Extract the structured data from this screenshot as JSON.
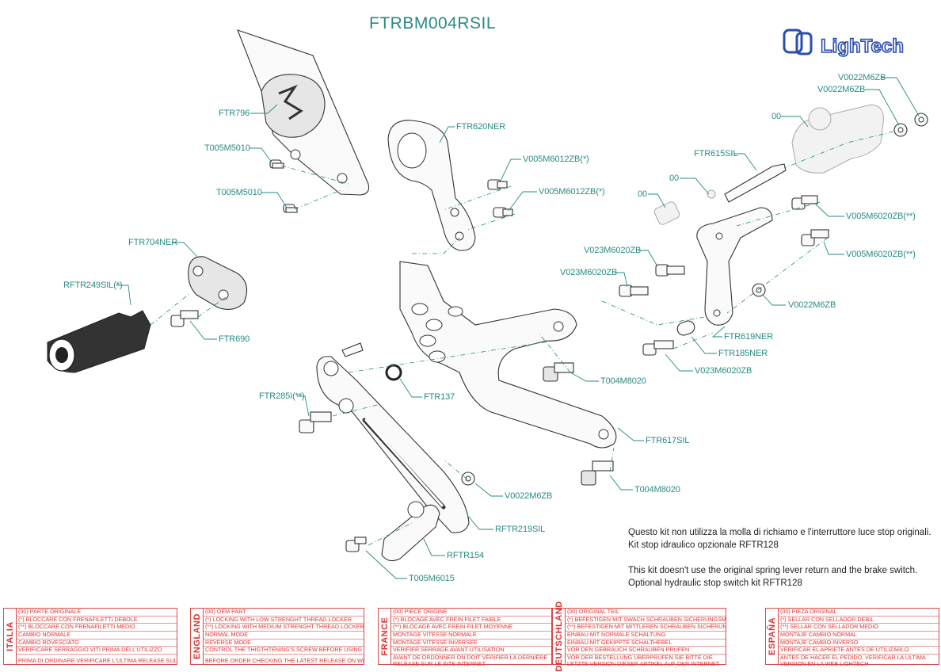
{
  "title": "FTRBM004RSIL",
  "brand": "LighTech",
  "colors": {
    "label": "#2a8a84",
    "legend": "#dd3333",
    "line": "#333333"
  },
  "labels": [
    {
      "id": "ftr796",
      "text": "FTR796"
    },
    {
      "id": "t005m5010a",
      "text": "T005M5010"
    },
    {
      "id": "t005m5010b",
      "text": "T005M5010"
    },
    {
      "id": "ftr620ner",
      "text": "FTR620NER"
    },
    {
      "id": "v005m6012a",
      "text": "V005M6012ZB(*)"
    },
    {
      "id": "v005m6012b",
      "text": "V005M6012ZB(*)"
    },
    {
      "id": "v0022m6zb_a",
      "text": "V0022M6ZB"
    },
    {
      "id": "v0022m6zb_b",
      "text": "V0022M6ZB"
    },
    {
      "id": "oo_top",
      "text": "00"
    },
    {
      "id": "ftr615sil",
      "text": "FTR615SIL"
    },
    {
      "id": "oo_mid",
      "text": "00"
    },
    {
      "id": "oo_low",
      "text": "00"
    },
    {
      "id": "v005m6020a",
      "text": "V005M6020ZB(**)"
    },
    {
      "id": "v005m6020b",
      "text": "V005M6020ZB(**)"
    },
    {
      "id": "ftr704ner",
      "text": "FTR704NER"
    },
    {
      "id": "rftr249sil",
      "text": "RFTR249SIL(*)"
    },
    {
      "id": "v023m6020a",
      "text": "V023M6020ZB"
    },
    {
      "id": "v023m6020b",
      "text": "V023M6020ZB"
    },
    {
      "id": "v0022m6zb_c",
      "text": "V0022M6ZB"
    },
    {
      "id": "ftr690",
      "text": "FTR690"
    },
    {
      "id": "ftr619ner",
      "text": "FTR619NER"
    },
    {
      "id": "ftr185ner",
      "text": "FTR185NER"
    },
    {
      "id": "v023m6020c",
      "text": "V023M6020ZB"
    },
    {
      "id": "t004m8020a",
      "text": "T004M8020"
    },
    {
      "id": "ftr137",
      "text": "FTR137"
    },
    {
      "id": "ftr285i",
      "text": "FTR285I(**)"
    },
    {
      "id": "ftr617sil",
      "text": "FTR617SIL"
    },
    {
      "id": "t004m8020b",
      "text": "T004M8020"
    },
    {
      "id": "v0022m6zb_d",
      "text": "V0022M6ZB"
    },
    {
      "id": "rftr219sil",
      "text": "RFTR219SIL"
    },
    {
      "id": "rftr154",
      "text": "RFTR154"
    },
    {
      "id": "t005m6015",
      "text": "T005M6015"
    }
  ],
  "notes": {
    "it1": "Questo kit non utilizza la molla di richiamo e l'interruttore luce stop originali.",
    "it2": "Kit stop idraulico opzionale RFTR128",
    "en1": "This kit doesn't use the original spring lever return and the brake switch.",
    "en2": "Optional hydraulic stop switch kit RFTR128"
  },
  "legend": [
    {
      "lang": "ITALIA",
      "rows": [
        "(00) PARTE ORIGINALE",
        "(*)   BLOCCARE CON FRENAFILETTI DEBOLE",
        "(**)  BLOCCARE CON FRENAFILETTI MEDIO",
        "CAMBIO NORMALE",
        "CAMBIO ROVESCIATO",
        "VERIFICARE SERRAGGIO VITI PRIMA DELL'UTILIZZO",
        "PRIMA DI ORDINARE VERIFICARE L'ULTIMA RELEASE SUL SITO"
      ]
    },
    {
      "lang": "ENGLAND",
      "rows": [
        "(00) OEM PART",
        "(*)   LOCKING WITH LOW STRENGHT THREAD LOCKER",
        "(**)  LOCKING WITH MEDIUM STRENGHT THREAD LOCKER",
        "NORMAL MODE",
        "REVERSE MODE",
        "CONTROL THE THIGTHTENING'S SCREW BEFORE USING",
        "BEFORE ORDER CHECKING THE LATEST RELEASE ON WEBSITE"
      ]
    },
    {
      "lang": "FRANCE",
      "rows": [
        "(00) PIECE ORIGINE",
        "(*)   BLOCAGE AVEC FREIN FILET FAIBLE",
        "(**)  BLOCAGE AVEC FREIN FILET MOYENNE",
        "MONTAGE VITESSE NORMALE",
        "MONTAGE VITESSE INVERSEE",
        "VERIFIER SERRAGE AVANT UTILISATION",
        "AVANT DE ORDONNER ON DOIT VÉRIFIER LA DERNIÈRE RELEASE SUR LE SITE INTERNET"
      ]
    },
    {
      "lang": "DEUTSCHLAND",
      "rows": [
        "(00) ORIGINAL TEIL",
        "(*)   BEFESTIGEN MIT SWACH SCHRAUBEN SICHERUNGSMITTEL",
        "(**)  BEFESTIGEN MIT MITTLEREN SCHRAUBEN SICHERUNGSMITTEL",
        "EINBAU MIT NORMALE SCHALTUNG",
        "EINBAU MIT GEKIPPTE SCHALTHEBEL",
        "VOR DEN GEBRAUCH SCHRAUBEN PRUFEN",
        "VOR DER BESTELLUNG ÜBERPRÜFEN SIE BITTE DIE LETZTE VERSION DIESER ARTIKEL AUF DER INTERNET SEITE VON LIGHTECH"
      ]
    },
    {
      "lang": "ESPAÑA",
      "rows": [
        "(00) PIEZA ORIGINAL",
        "(*)   SELLAR CON SELLADOR DEBIL",
        "(**)  SELLAR CON SELLADOR MEDIO",
        "MONTAJE  CAMBIO NORMAL",
        "MONTAJE CAMBIO INVERSO",
        "VERIFICAR EL APRIETE ANTES DE UTILIZARLO",
        "ANTES DE HACER EL PEDIDO, VERIFICAR LA ULTIMA VERSION EN LA WEB LIGHTECH"
      ]
    }
  ]
}
